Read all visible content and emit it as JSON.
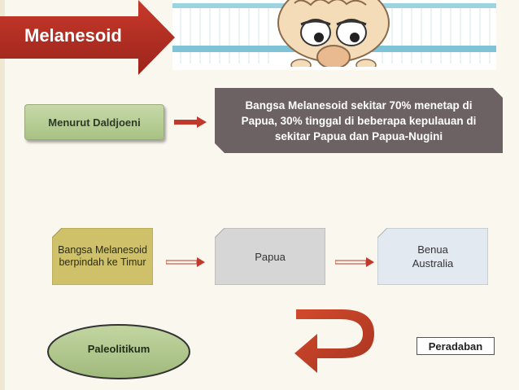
{
  "title": "Melanesoid",
  "source_label": "Menurut Daldjoeni",
  "info_text": "Bangsa Melanesoid sekitar 70% menetap di Papua, 30% tinggal di beberapa kepulauan di sekitar Papua dan Papua-Nugini",
  "flow": {
    "step1": "Bangsa Melanesoid berpindah ke Timur",
    "step2": "Papua",
    "step3": "Benua Australia"
  },
  "oval_label": "Paleolitikum",
  "peradaban_label": "Peradaban",
  "colors": {
    "title_arrow": "#b22e22",
    "green_box": "#b5cc92",
    "info_box": "#6c6263",
    "yellow_box": "#cfc06a",
    "gray_box": "#d6d6d6",
    "blue_box": "#e3e9f0",
    "oval": "#b2c892",
    "curved_arrow": "#c6472c",
    "connector_arrow": "#c0392b"
  },
  "icons": [
    "peeking-cartoon-face",
    "right-arrow",
    "curved-return-arrow"
  ]
}
